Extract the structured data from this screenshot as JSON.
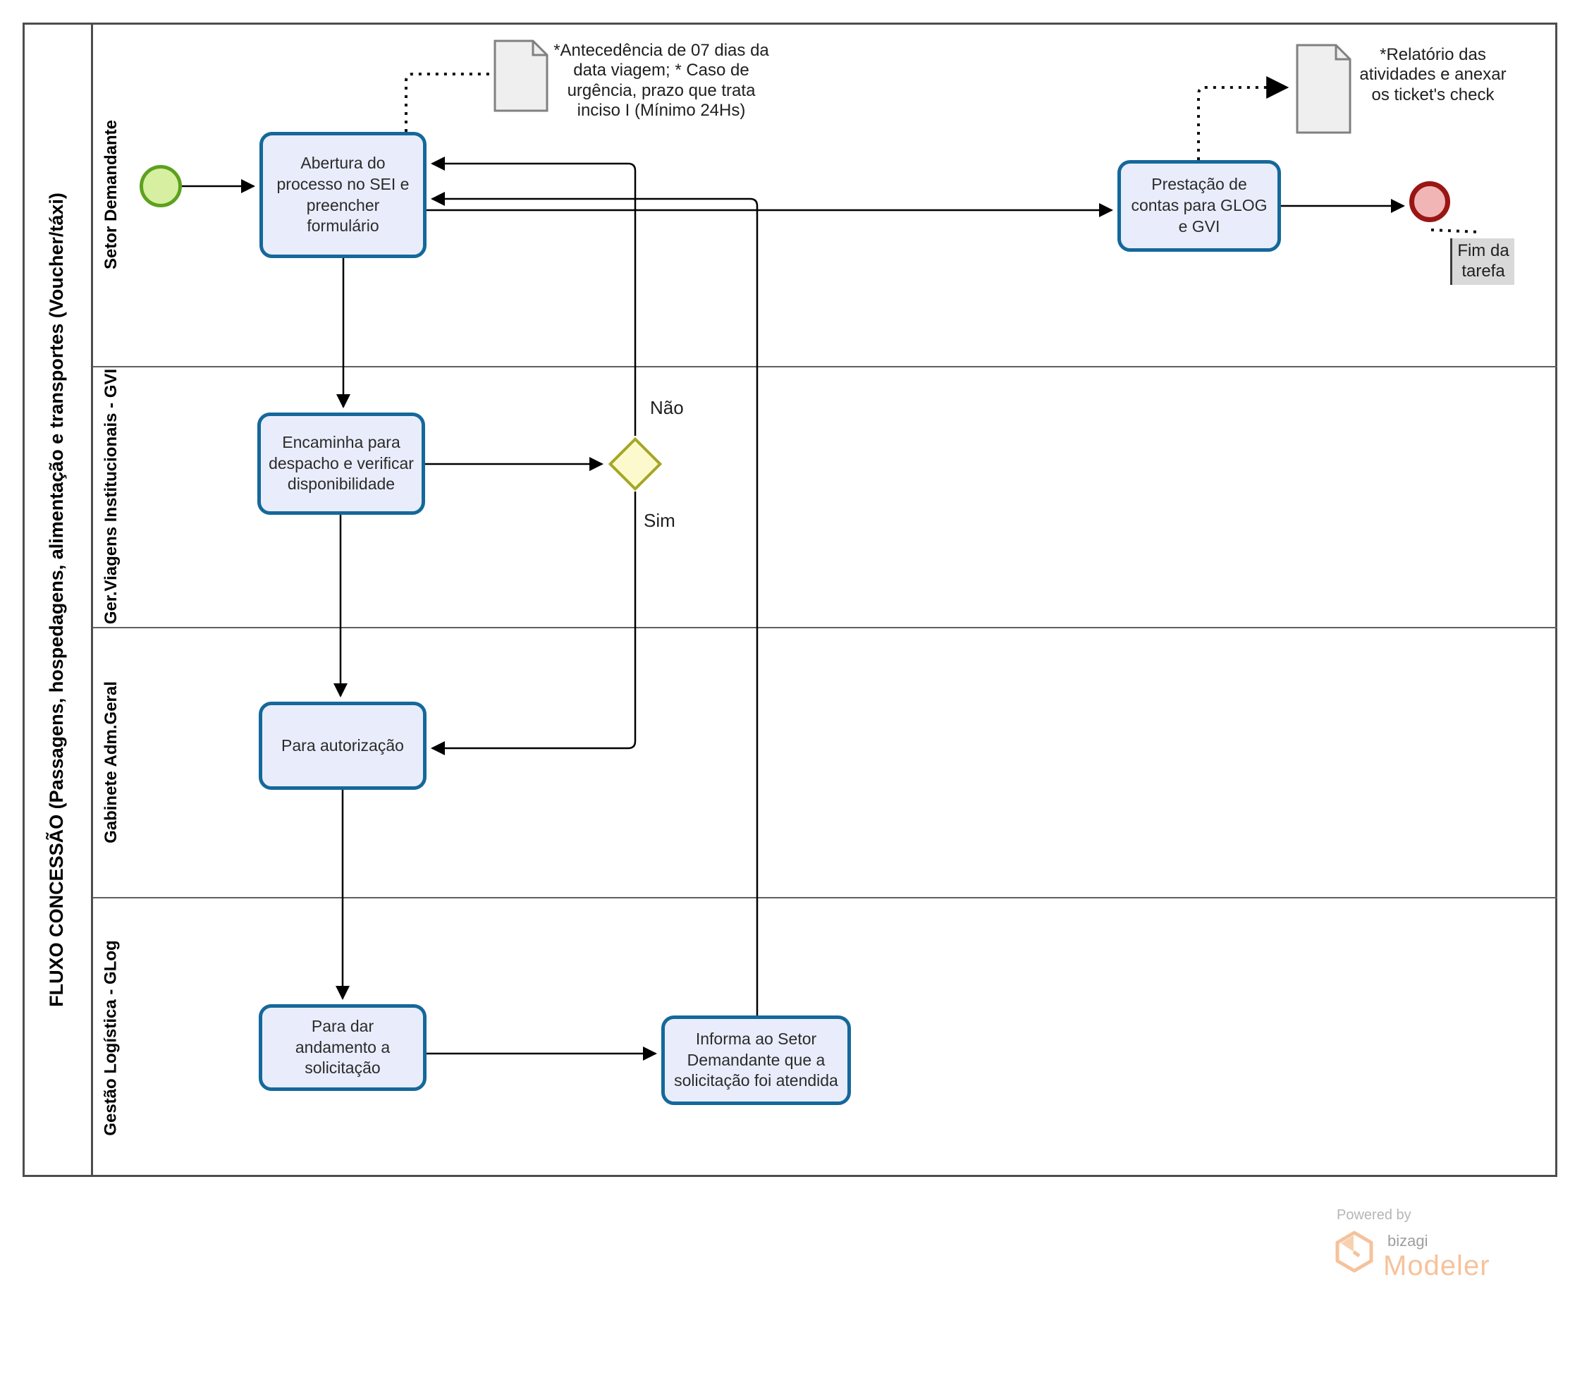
{
  "pool": {
    "title": "FLUXO CONCESSÃO (Passagens, hospedagens, alimentação e transportes (Voucher/táxi)",
    "lanes": [
      "Setor Demandante",
      "Ger.Viagens Institucionais - GVI",
      "Gabinete Adm.Geral",
      "Gestão Logística - GLog"
    ]
  },
  "nodes": {
    "tasks": {
      "abertura": "Abertura do processo no SEI e preencher formulário",
      "encaminha": "Encaminha para despacho e verificar disponibilidade",
      "autorizacao": "Para autorização",
      "andamento": "Para dar andamento a solicitação",
      "informa": "Informa ao Setor Demandante que a solicitação foi atendida",
      "prestacao": "Prestação de contas para GLOG e GVI"
    },
    "gateway": {
      "no_label": "Não",
      "yes_label": "Sim"
    }
  },
  "annotations": {
    "prazo": "*Antecedência de 07 dias da data viagem; * Caso de urgência, prazo que trata inciso I (Mínimo 24Hs)",
    "relatorio": "*Relatório das atividades e anexar os ticket's check",
    "fim": "Fim da tarefa"
  },
  "footer": {
    "powered_by": "Powered by",
    "brand": "bizagi",
    "product": "Modeler"
  },
  "colors": {
    "task_fill": "#e9edfb",
    "task_border": "#15689a",
    "start_fill": "#d7efa1",
    "start_border": "#5da11e",
    "end_fill": "#f2b5b5",
    "end_border": "#991614",
    "gateway_fill": "#fcfacd",
    "gateway_border": "#a6a626",
    "doc_fill": "#efefef",
    "doc_border": "#808080",
    "note_bg": "#d9d9d9",
    "pool_border": "#4d4d4d",
    "logo_orange": "#f6c29b"
  }
}
